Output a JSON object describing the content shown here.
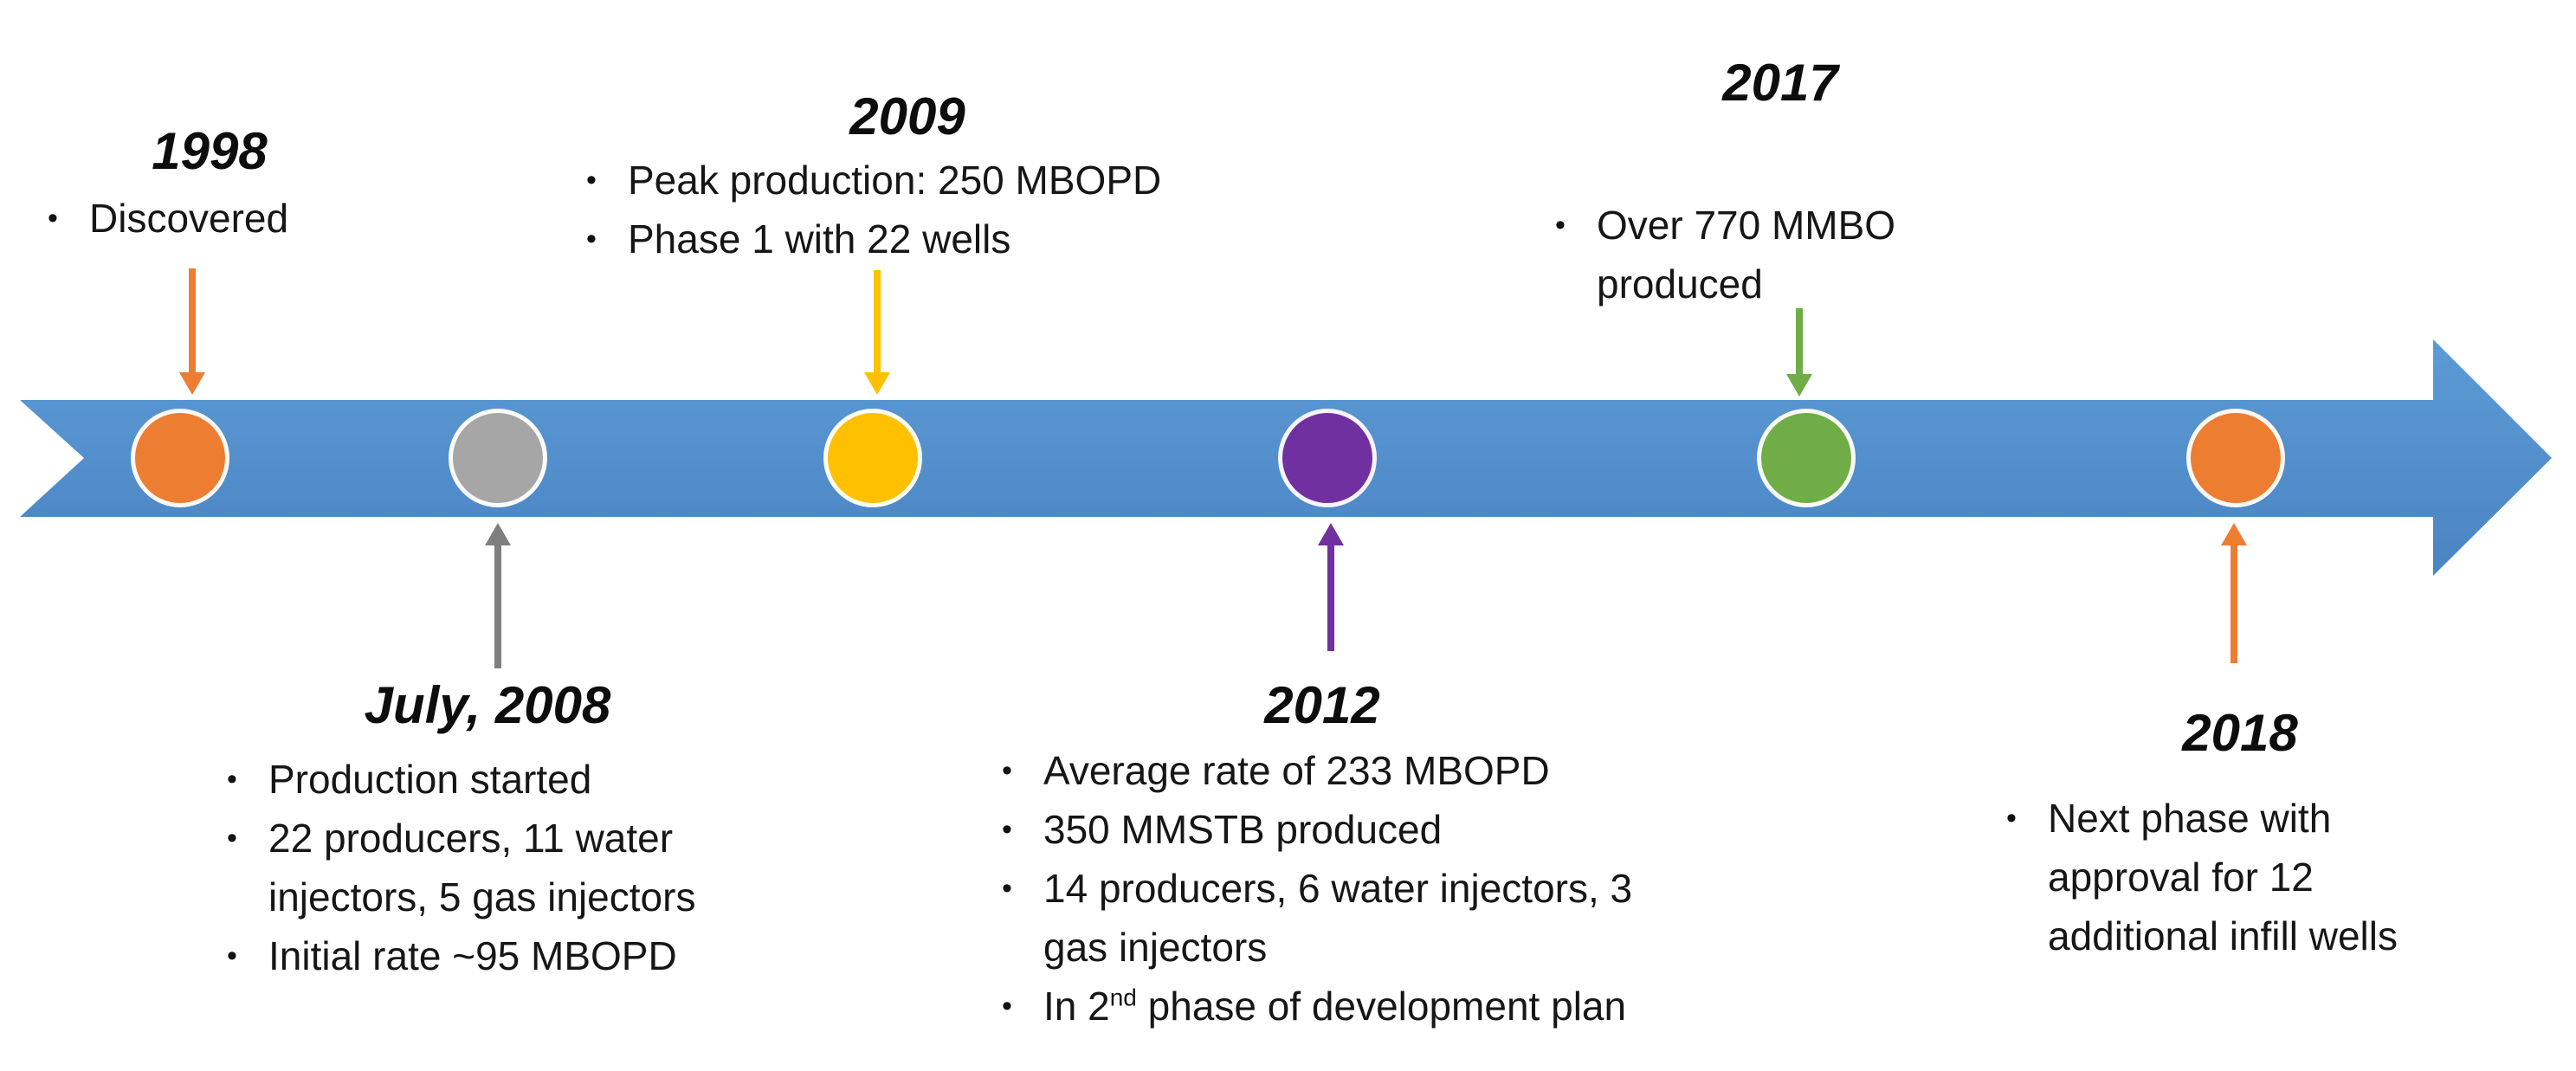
{
  "ui": {
    "bullet_char": "•"
  },
  "timeline": {
    "band_color_top": "#5C9BD6",
    "band_color_bottom": "#4A84C2"
  },
  "milestones": [
    {
      "title": "1998",
      "side": "above",
      "color": "#ED7D31",
      "arrow_color": "#ED7D31",
      "lines": [
        {
          "bullet": true,
          "text": "Discovered"
        }
      ]
    },
    {
      "title": "July, 2008",
      "side": "below",
      "color": "#A6A6A6",
      "arrow_color": "#7F7F7F",
      "lines": [
        {
          "bullet": true,
          "text": "Production started"
        },
        {
          "bullet": true,
          "text": "22 producers, 11 water"
        },
        {
          "bullet": false,
          "text": "injectors, 5 gas injectors"
        },
        {
          "bullet": true,
          "text": "Initial rate ~95 MBOPD"
        }
      ]
    },
    {
      "title": "2009",
      "side": "above",
      "color": "#FFC000",
      "arrow_color": "#FFC000",
      "lines": [
        {
          "bullet": true,
          "text": "Peak production: 250 MBOPD"
        },
        {
          "bullet": true,
          "text": "Phase 1 with 22 wells"
        }
      ]
    },
    {
      "title": "2012",
      "side": "below",
      "color": "#7030A0",
      "arrow_color": "#7030A0",
      "lines": [
        {
          "bullet": true,
          "text": "Average rate of 233 MBOPD"
        },
        {
          "bullet": true,
          "text": "350 MMSTB produced"
        },
        {
          "bullet": true,
          "text": "14 producers, 6 water injectors, 3"
        },
        {
          "bullet": false,
          "text": "gas injectors"
        },
        {
          "bullet": true,
          "pre": "In 2",
          "sup": "nd",
          "post": " phase of development plan"
        }
      ]
    },
    {
      "title": "2017",
      "side": "above",
      "color": "#70AD47",
      "arrow_color": "#70AD47",
      "lines": [
        {
          "bullet": true,
          "text": "Over 770 MMBO"
        },
        {
          "bullet": false,
          "text": "produced"
        }
      ]
    },
    {
      "title": "2018",
      "side": "below",
      "color": "#ED7D31",
      "arrow_color": "#ED7D31",
      "lines": [
        {
          "bullet": true,
          "text": "Next phase with"
        },
        {
          "bullet": false,
          "text": "approval for 12"
        },
        {
          "bullet": false,
          "text": "additional infill wells"
        }
      ]
    }
  ]
}
